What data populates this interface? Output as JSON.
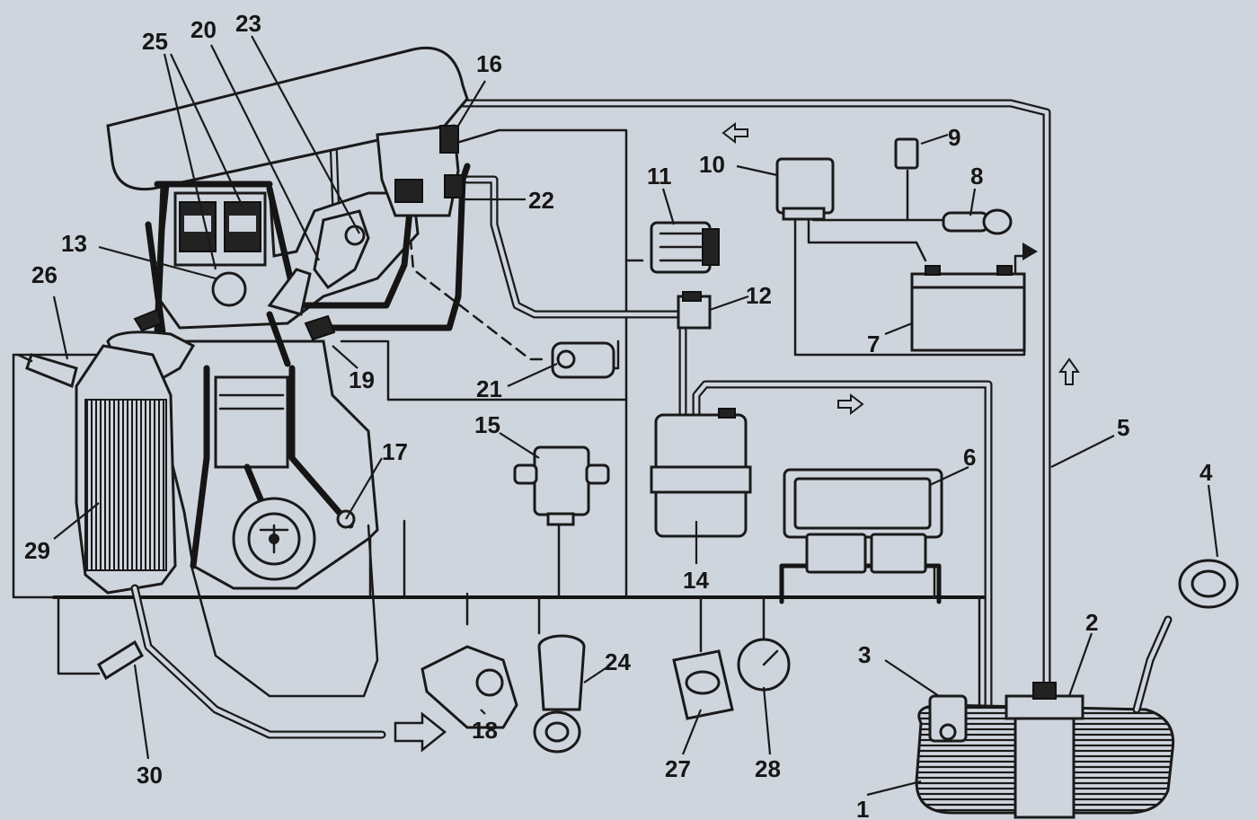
{
  "labels": {
    "n1": "1",
    "n2": "2",
    "n3": "3",
    "n4": "4",
    "n5": "5",
    "n6": "6",
    "n7": "7",
    "n8": "8",
    "n9": "9",
    "n10": "10",
    "n11": "11",
    "n12": "12",
    "n13": "13",
    "n14": "14",
    "n15": "15",
    "n16": "16",
    "n17": "17",
    "n18": "18",
    "n19": "19",
    "n20": "20",
    "n21": "21",
    "n22": "22",
    "n23": "23",
    "n24": "24",
    "n25": "25",
    "n26": "26",
    "n27": "27",
    "n28": "28",
    "n29": "29",
    "n30": "30"
  },
  "colors": {
    "background": "#cfd5dd",
    "ink": "#1a1a1a"
  }
}
